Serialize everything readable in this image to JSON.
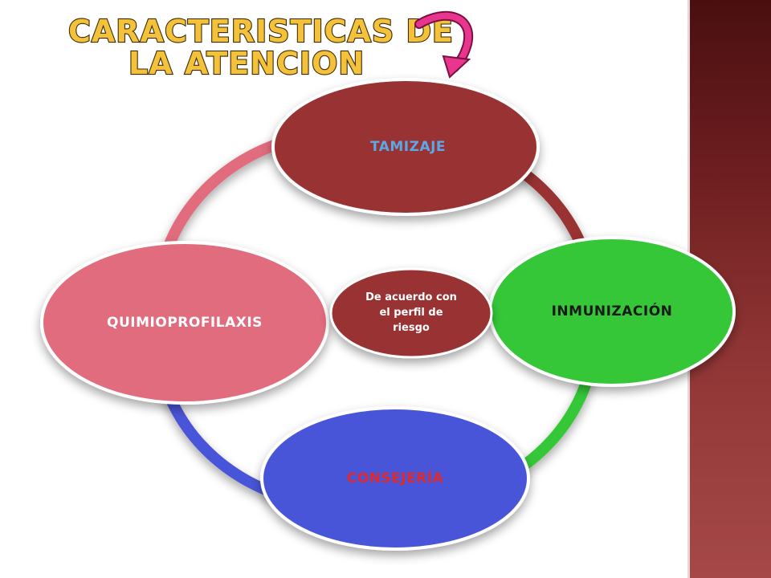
{
  "slide": {
    "title_line1": "CARACTERISTICAS DE",
    "title_line2": "LA ATENCION",
    "arrow_icon": "curved-arrow-down-icon"
  },
  "diagram": {
    "nodes": [
      {
        "id": "tamizaje",
        "label": "TAMIZAJE",
        "fill": "#993031",
        "text_color": "#5aa9e6"
      },
      {
        "id": "inmunizacion",
        "label": "INMUNIZACIÓN",
        "fill": "#35c737",
        "text_color": "#1a1a1a"
      },
      {
        "id": "consejeria",
        "label": "CONSEJERÍA",
        "fill": "#4a55d8",
        "text_color": "#e02a2a"
      },
      {
        "id": "quimioprofilaxis",
        "label": "QUIMIOPROFILAXIS",
        "fill": "#e06c7d",
        "text_color": "#ffffff"
      }
    ],
    "center": {
      "line1": "De acuerdo con",
      "line2": "el perfil de",
      "line3": "riesgo",
      "fill": "#993031"
    },
    "connectors": [
      {
        "from": "tamizaje",
        "to": "inmunizacion",
        "color": "#993031"
      },
      {
        "from": "inmunizacion",
        "to": "consejeria",
        "color": "#35c737"
      },
      {
        "from": "consejeria",
        "to": "quimioprofilaxis",
        "color": "#4a55d8"
      },
      {
        "from": "quimioprofilaxis",
        "to": "tamizaje",
        "color": "#e06c7d"
      }
    ]
  },
  "colors": {
    "title_fill": "#f4c23a",
    "arrow": "#e8368f",
    "band": "#7a2526"
  }
}
